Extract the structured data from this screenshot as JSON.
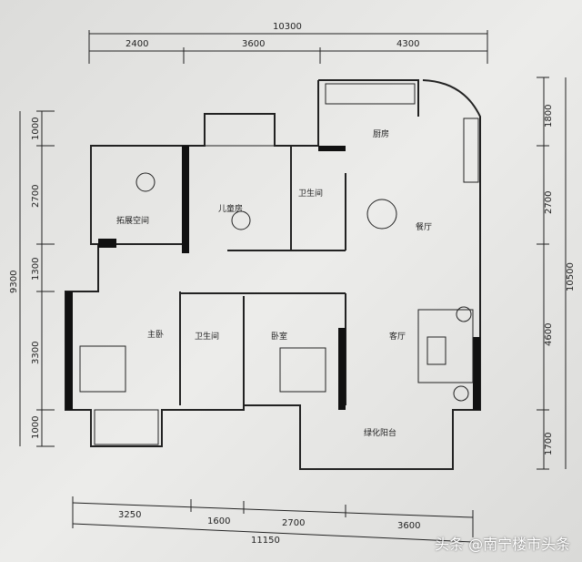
{
  "dims": {
    "top_total": "10300",
    "top": [
      "2400",
      "3600",
      "4300"
    ],
    "left_total": "9300",
    "left": [
      "1000",
      "2700",
      "1300",
      "3300",
      "1000"
    ],
    "right_total": "10500",
    "right": [
      "1800",
      "2700",
      "4600",
      "1700"
    ],
    "bottom_total": "11150",
    "bottom": [
      "3250",
      "1600",
      "2700",
      "3600"
    ]
  },
  "rooms": {
    "kitchen": "厨房",
    "dining": "餐厅",
    "bath1": "卫生间",
    "kids": "儿童房",
    "flex": "拓展空间",
    "master": "主卧",
    "bath2": "卫生间",
    "bedroom": "卧室",
    "living": "客厅",
    "balcony": "绿化阳台"
  },
  "watermark": "头条 @南宁楼市头条"
}
